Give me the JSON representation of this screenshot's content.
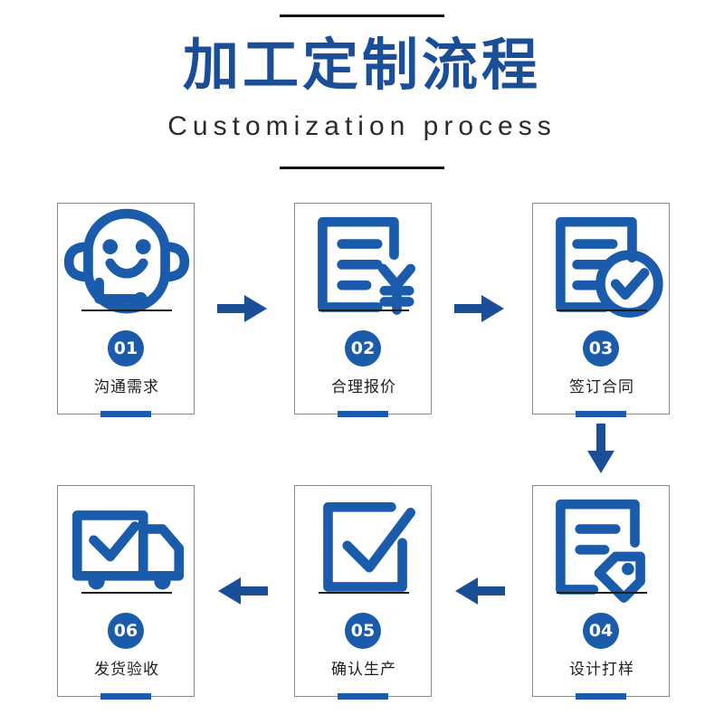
{
  "header": {
    "title_cn": "加工定制流程",
    "title_en": "Customization process",
    "deco_line_top": "decorative-rule",
    "deco_line_bottom": "decorative-rule"
  },
  "colors": {
    "brand_blue": "#1a5cab",
    "title_blue": "#1a4f98",
    "card_border": "#8a8a8a",
    "divider": "#1d1d1d",
    "text": "#1d1d1d",
    "background": "#ffffff"
  },
  "flow": {
    "steps": [
      {
        "number": "01",
        "label": "沟通需求",
        "icon": "headset-smiley-icon"
      },
      {
        "number": "02",
        "label": "合理报价",
        "icon": "document-yuan-icon"
      },
      {
        "number": "03",
        "label": "签订合同",
        "icon": "document-check-icon"
      },
      {
        "number": "04",
        "label": "设计打样",
        "icon": "document-tag-icon"
      },
      {
        "number": "05",
        "label": "确认生产",
        "icon": "checkbox-check-icon"
      },
      {
        "number": "06",
        "label": "发货验收",
        "icon": "delivery-truck-check-icon"
      }
    ],
    "connectors": [
      {
        "name": "arrow-right-01-to-02",
        "direction": "right"
      },
      {
        "name": "arrow-right-02-to-03",
        "direction": "right"
      },
      {
        "name": "arrow-down-03-to-04",
        "direction": "down"
      },
      {
        "name": "arrow-left-04-to-05",
        "direction": "left"
      },
      {
        "name": "arrow-left-05-to-06",
        "direction": "left"
      }
    ]
  }
}
